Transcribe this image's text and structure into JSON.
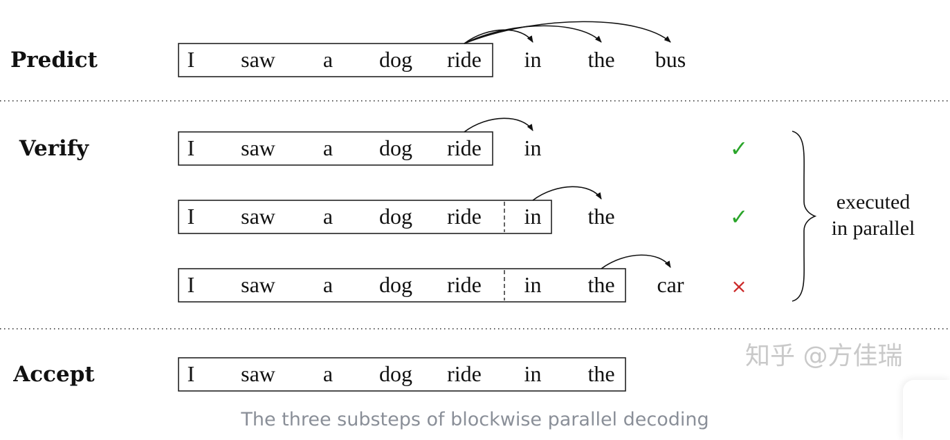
{
  "stages": [
    {
      "name": "Predict",
      "rows": [
        {
          "words": [
            "I",
            "saw",
            "a",
            "dog",
            "ride",
            "in",
            "the",
            "bus"
          ],
          "box_end": 5,
          "dashed_after": null,
          "arcs": [
            {
              "from": 4,
              "to": 5
            },
            {
              "from": 4,
              "to": 6
            },
            {
              "from": 4,
              "to": 7
            }
          ],
          "mark": null
        }
      ]
    },
    {
      "name": "Verify",
      "rows": [
        {
          "words": [
            "I",
            "saw",
            "a",
            "dog",
            "ride",
            "in"
          ],
          "box_end": 5,
          "dashed_after": null,
          "arcs": [
            {
              "from": 4,
              "to": 5
            }
          ],
          "mark": "ok"
        },
        {
          "words": [
            "I",
            "saw",
            "a",
            "dog",
            "ride",
            "in",
            "the"
          ],
          "box_end": 6,
          "dashed_after": 5,
          "arcs": [
            {
              "from": 5,
              "to": 6
            }
          ],
          "mark": "ok"
        },
        {
          "words": [
            "I",
            "saw",
            "a",
            "dog",
            "ride",
            "in",
            "the",
            "car"
          ],
          "box_end": 7,
          "dashed_after": 5,
          "arcs": [
            {
              "from": 6,
              "to": 7
            }
          ],
          "mark": "bad"
        }
      ]
    },
    {
      "name": "Accept",
      "rows": [
        {
          "words": [
            "I",
            "saw",
            "a",
            "dog",
            "ride",
            "in",
            "the"
          ],
          "box_end": 7,
          "dashed_after": null,
          "arcs": [],
          "mark": null
        }
      ]
    }
  ],
  "brace_label": [
    "executed",
    "in parallel"
  ],
  "marks": {
    "ok": "✓",
    "bad": "×"
  },
  "colors": {
    "ok": "#2aa52a",
    "bad": "#cc2a2a",
    "caption": "#8a8f98",
    "watermark": "#c9c9c9"
  },
  "watermark": "知乎 @方佳瑞",
  "caption": "The three substeps of blockwise parallel decoding"
}
